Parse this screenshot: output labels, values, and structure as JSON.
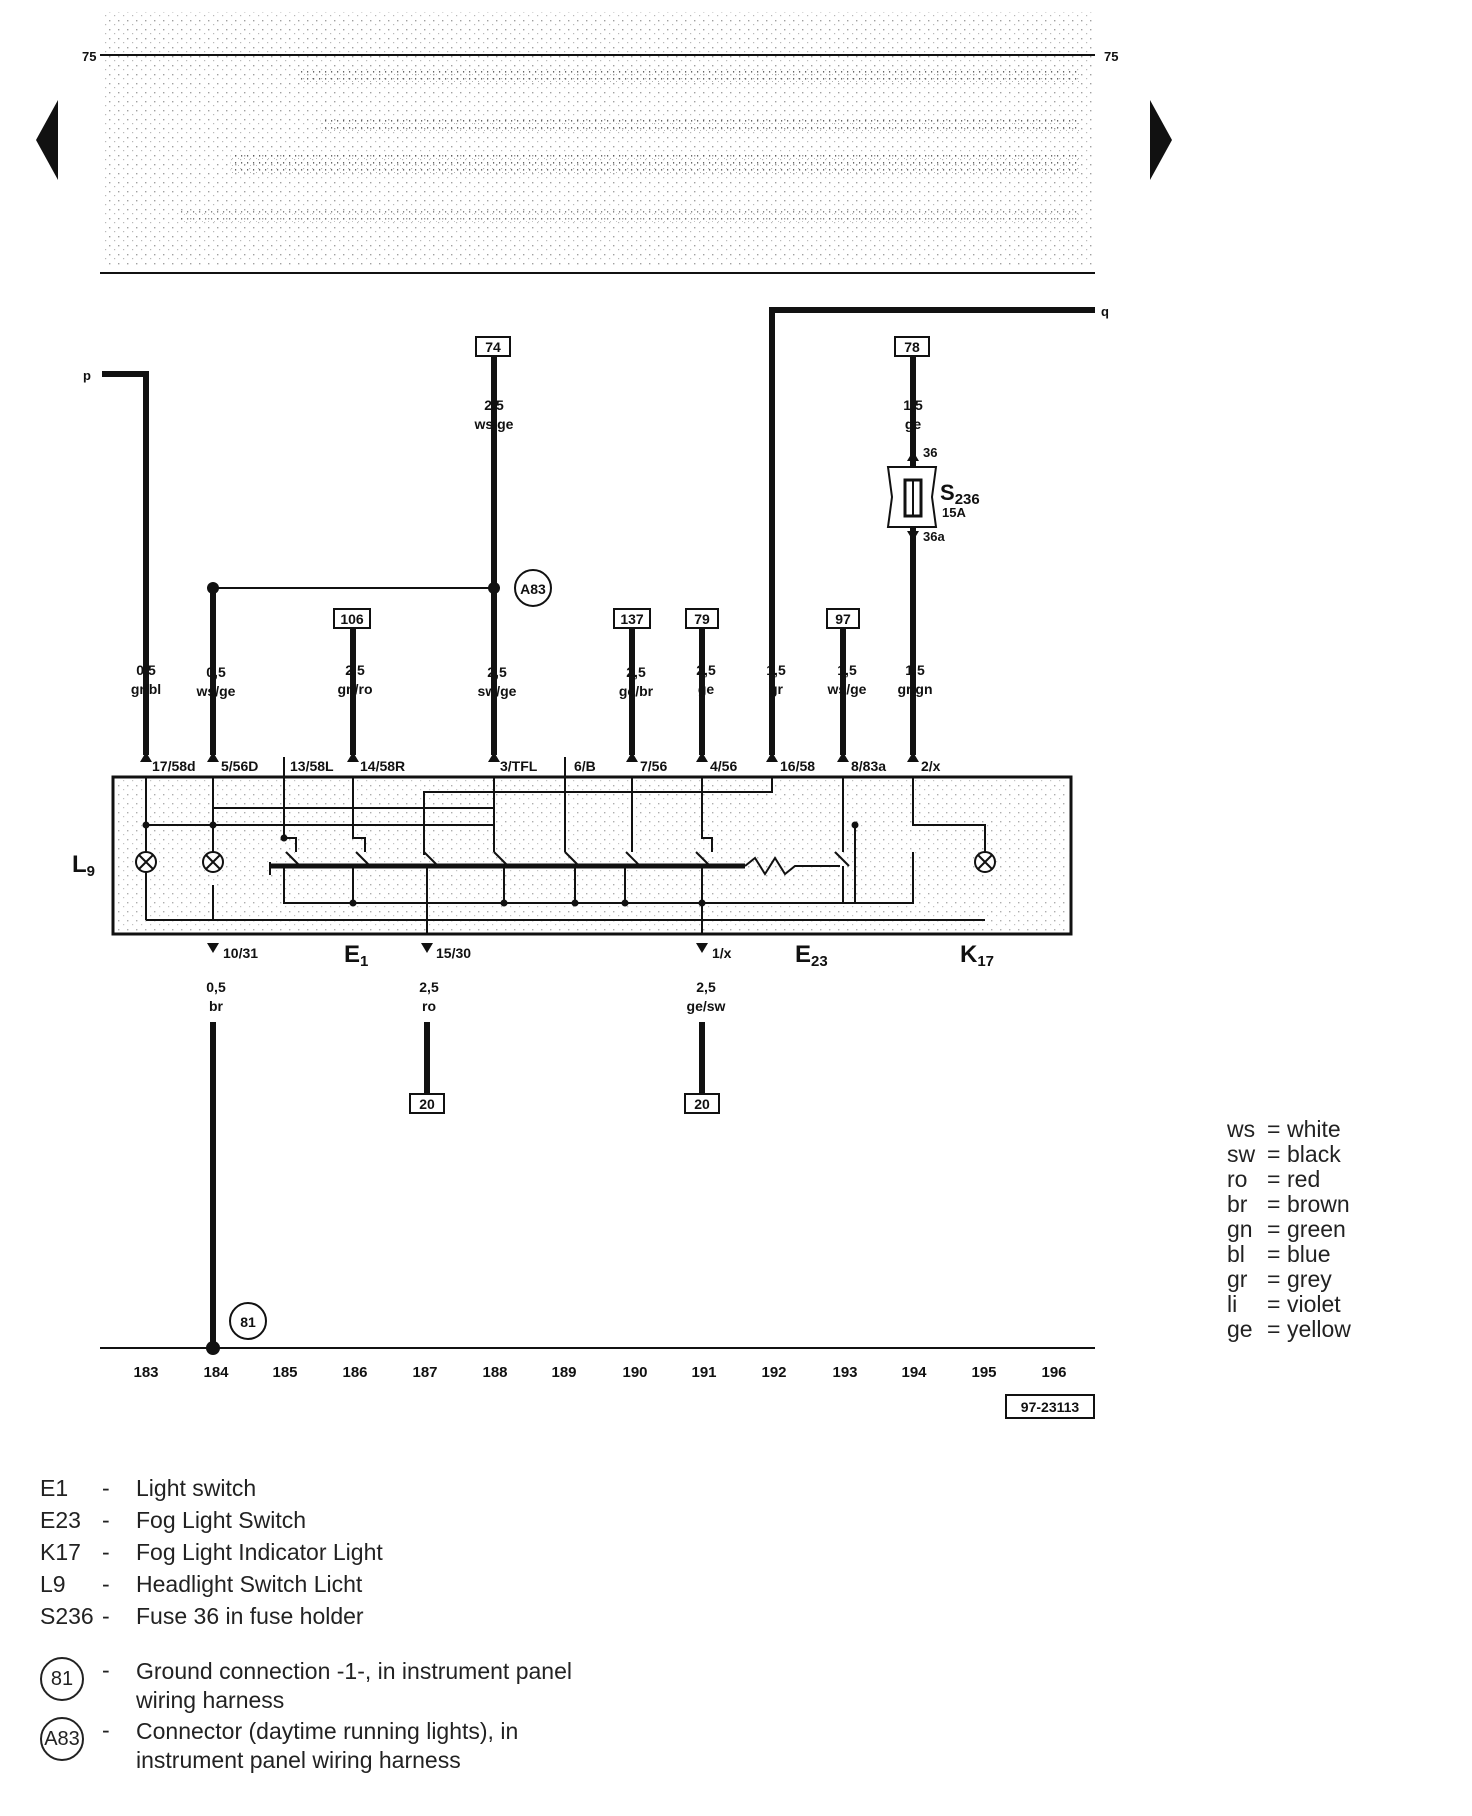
{
  "nav": {
    "prev_arrow": "previous-page",
    "next_arrow": "next-page"
  },
  "top_ref": {
    "left": "75",
    "right": "75"
  },
  "ends": {
    "p": "p",
    "q": "q"
  },
  "refs": {
    "r74": "74",
    "r78": "78",
    "r106": "106",
    "r137": "137",
    "r79": "79",
    "r97": "97",
    "r20a": "20",
    "r20b": "20"
  },
  "fuse": {
    "name": "S",
    "sub": "236",
    "rating": "15A",
    "pin_in": "36",
    "pin_out": "36a"
  },
  "connectors": {
    "a83": "A83",
    "g81": "81"
  },
  "wires": {
    "w74_size": "2,5",
    "w74_color": "ws/ge",
    "w78_size": "1,5",
    "w78_color": "ge",
    "c183_size": "0,5",
    "c183_color": "gr/bl",
    "c184_size": "0,5",
    "c184_color": "ws/ge",
    "c186_size": "2,5",
    "c186_color": "gn/ro",
    "c188_size": "2,5",
    "c188_color": "sw/ge",
    "c190_size": "2,5",
    "c190_color": "ge/br",
    "c191_size": "2,5",
    "c191_color": "ge",
    "c192_size": "1,5",
    "c192_color": "gr",
    "c193_size": "1,5",
    "c193_color": "ws/ge",
    "c194_size": "1,5",
    "c194_color": "gr/gn",
    "b184_size": "0,5",
    "b184_color": "br",
    "b187_size": "2,5",
    "b187_color": "ro",
    "b191_size": "2,5",
    "b191_color": "ge/sw"
  },
  "pins": {
    "p1": "17/58d",
    "p2": "5/56D",
    "p3": "13/58L",
    "p4": "14/58R",
    "p5": "3/TFL",
    "p6": "6/B",
    "p7": "7/56",
    "p8": "4/56",
    "p9": "16/58",
    "p10": "8/83a",
    "p11": "2/x",
    "b1": "10/31",
    "b2": "15/30",
    "b3": "1/x"
  },
  "components": {
    "l9": {
      "letter": "L",
      "sub": "9"
    },
    "e1": {
      "letter": "E",
      "sub": "1"
    },
    "e23": {
      "letter": "E",
      "sub": "23"
    },
    "k17": {
      "letter": "K",
      "sub": "17"
    }
  },
  "tracks": [
    "183",
    "184",
    "185",
    "186",
    "187",
    "188",
    "189",
    "190",
    "191",
    "192",
    "193",
    "194",
    "195",
    "196"
  ],
  "diagram_id": "97-23113",
  "color_legend": [
    {
      "code": "ws",
      "eq": "=",
      "name": "white"
    },
    {
      "code": "sw",
      "eq": "=",
      "name": "black"
    },
    {
      "code": "ro",
      "eq": "=",
      "name": "red"
    },
    {
      "code": "br",
      "eq": "=",
      "name": "brown"
    },
    {
      "code": "gn",
      "eq": "=",
      "name": "green"
    },
    {
      "code": "bl",
      "eq": "=",
      "name": "blue"
    },
    {
      "code": "gr",
      "eq": "=",
      "name": "grey"
    },
    {
      "code": "li",
      "eq": "=",
      "name": "violet"
    },
    {
      "code": "ge",
      "eq": "=",
      "name": "yellow"
    }
  ],
  "component_key": [
    {
      "code": "E1",
      "dash": "-",
      "desc": "Light switch"
    },
    {
      "code": "E23",
      "dash": "-",
      "desc": "Fog Light Switch"
    },
    {
      "code": "K17",
      "dash": "-",
      "desc": "Fog Light Indicator Light"
    },
    {
      "code": "L9",
      "dash": "-",
      "desc": "Headlight Switch Licht"
    },
    {
      "code": "S236",
      "dash": "-",
      "desc": "Fuse 36 in fuse holder"
    }
  ],
  "connector_key": [
    {
      "circle": "81",
      "dash": "-",
      "line1": "Ground connection -1-, in instrument panel",
      "line2": "wiring harness"
    },
    {
      "circle": "A83",
      "dash": "-",
      "line1": "Connector (daytime running lights), in",
      "line2": "instrument panel wiring harness"
    }
  ]
}
